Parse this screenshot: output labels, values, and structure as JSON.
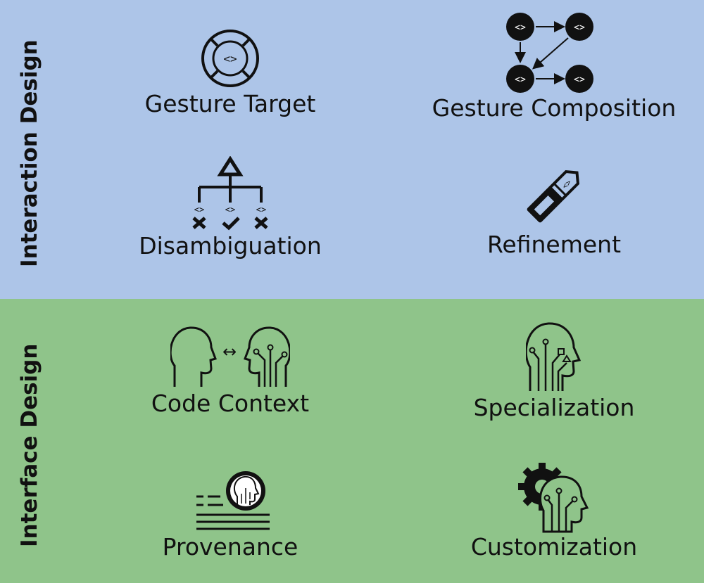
{
  "sections": [
    {
      "title": "Interaction Design",
      "color": "#adc5e8",
      "items": [
        {
          "label": "Gesture Target",
          "icon": "target-code-icon"
        },
        {
          "label": "Gesture Composition",
          "icon": "code-node-graph-icon"
        },
        {
          "label": "Disambiguation",
          "icon": "decision-tree-icon"
        },
        {
          "label": "Refinement",
          "icon": "pencil-sharpener-icon"
        }
      ]
    },
    {
      "title": "Interface Design",
      "color": "#8fc48a",
      "items": [
        {
          "label": "Code Context",
          "icon": "human-ai-exchange-icon"
        },
        {
          "label": "Specialization",
          "icon": "ai-head-circuit-icon"
        },
        {
          "label": "Provenance",
          "icon": "ai-history-document-icon"
        },
        {
          "label": "Customization",
          "icon": "ai-head-gear-icon"
        }
      ]
    }
  ]
}
